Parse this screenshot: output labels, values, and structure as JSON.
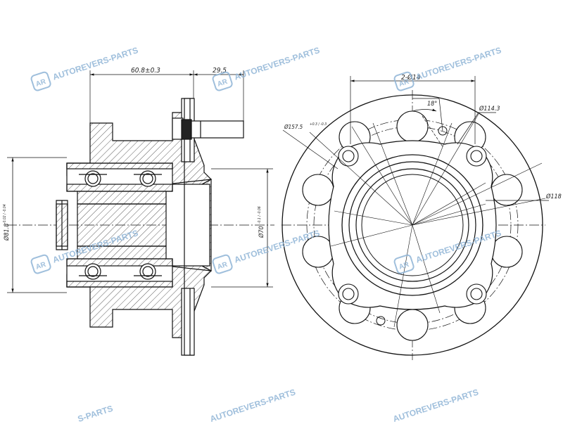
{
  "diagram": {
    "side_view": {
      "dim_width": "60.8±0.3",
      "dim_stud": "29.5",
      "dim_outer_dia": "Ø81.8",
      "dim_outer_tol": "-0.02 / -0.04",
      "dim_inner_dia": "Ø70",
      "dim_inner_tol": "-0.1 / -0.06"
    },
    "front_view": {
      "dim_holes": "2-Ø14",
      "dim_angle": "18°",
      "dim_pcd_small": "Ø114.3",
      "dim_pcd_large": "Ø157.5",
      "dim_pcd_large_tol": "+0.3 / -0.3",
      "dim_flange": "Ø118"
    }
  },
  "watermark": {
    "brand": "AUTOREVERS-PARTS",
    "brand_cut": "S-PARTS",
    "logo": "AR",
    "color": "#8fb4d6"
  }
}
